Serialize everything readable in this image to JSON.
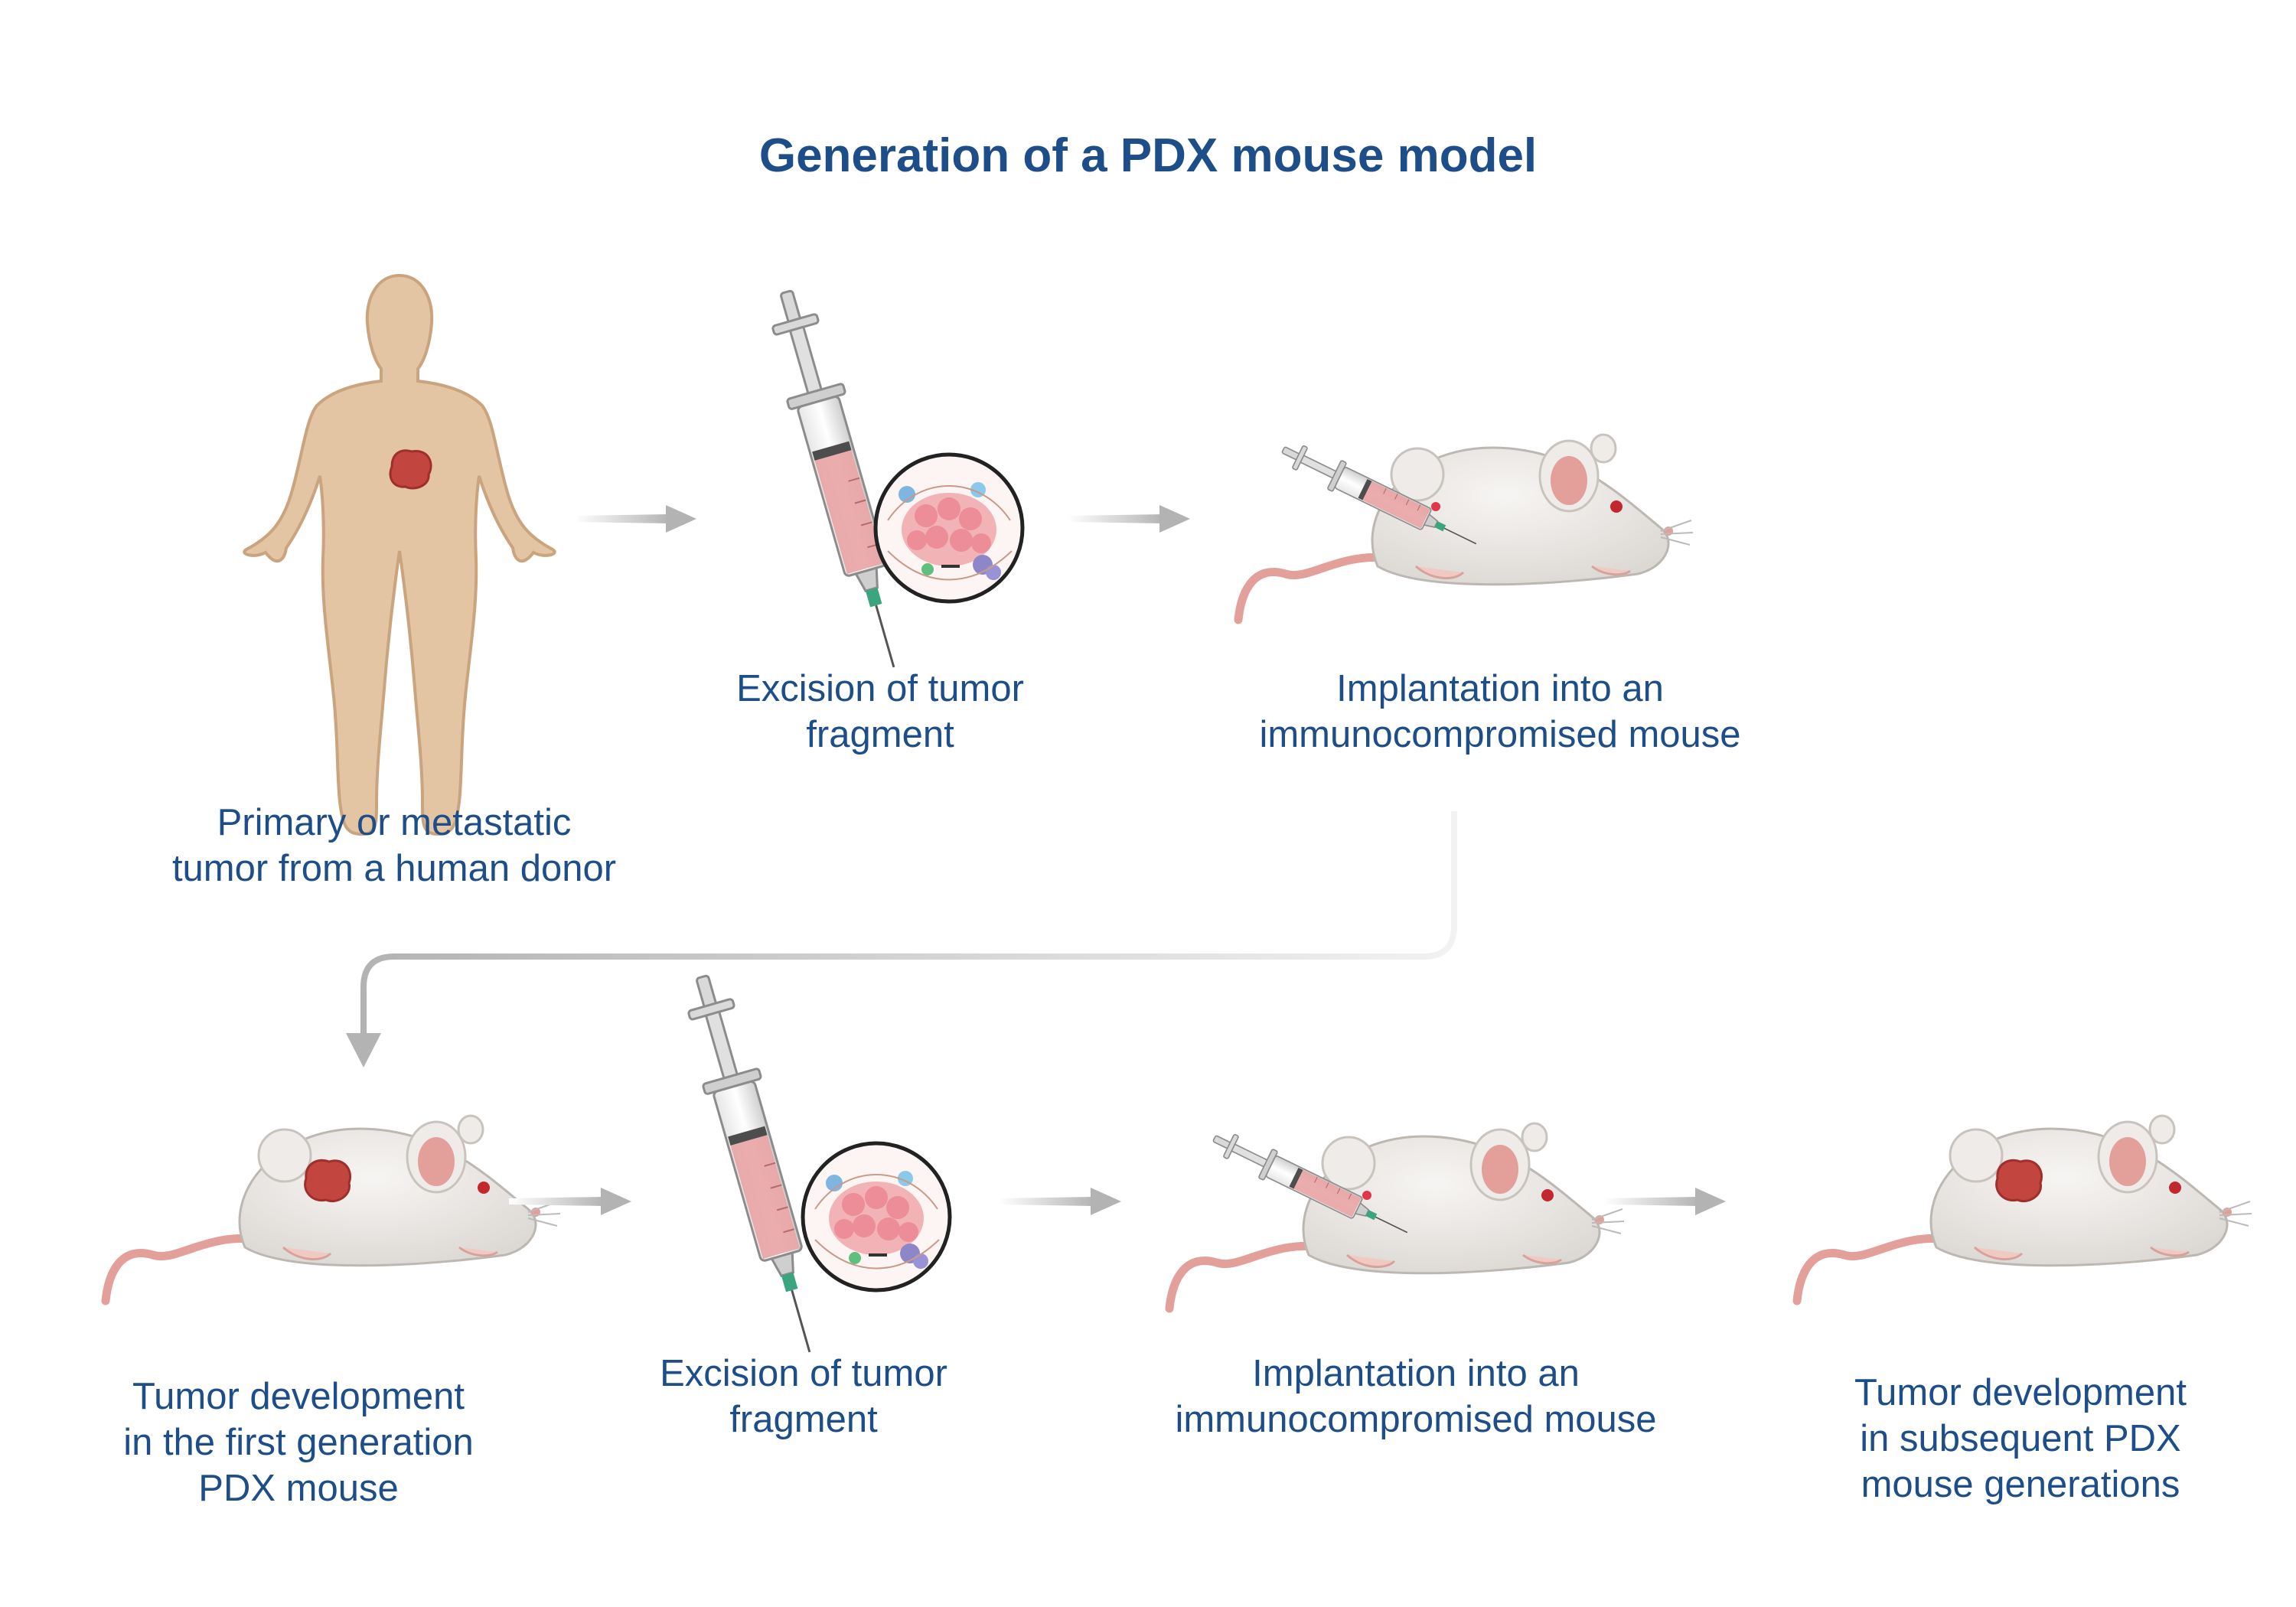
{
  "title": "Generation of a PDX mouse model",
  "colors": {
    "text": "#1d4e89",
    "skin": "#e3c4a3",
    "skin_outline": "#c9a47e",
    "tumor": "#c2453f",
    "mouse_body": "#ebe8e5",
    "mouse_ear": "#e3a09a",
    "tail": "#e3a09a",
    "arrow": "#b7b7b7"
  },
  "steps": {
    "donor": {
      "lines": [
        "Primary or metastatic",
        "tumor from a human donor"
      ],
      "icon": "human-body-icon"
    },
    "excision_1": {
      "lines": [
        "Excision of tumor",
        "fragment"
      ],
      "icon": "syringe-icon"
    },
    "implant_1": {
      "lines": [
        "Implantation into an",
        "immunocompromised mouse"
      ],
      "icon": "mouse-injection-icon"
    },
    "first_gen": {
      "lines": [
        "Tumor development",
        "in the first generation",
        "PDX mouse"
      ],
      "icon": "mouse-tumor-icon"
    },
    "excision_2": {
      "lines": [
        "Excision of tumor",
        "fragment"
      ],
      "icon": "syringe-icon"
    },
    "implant_2": {
      "lines": [
        "Implantation into an",
        "immunocompromised mouse"
      ],
      "icon": "mouse-injection-icon"
    },
    "subsequent": {
      "lines": [
        "Tumor development",
        "in subsequent PDX",
        "mouse generations"
      ],
      "icon": "mouse-tumor-icon"
    }
  }
}
